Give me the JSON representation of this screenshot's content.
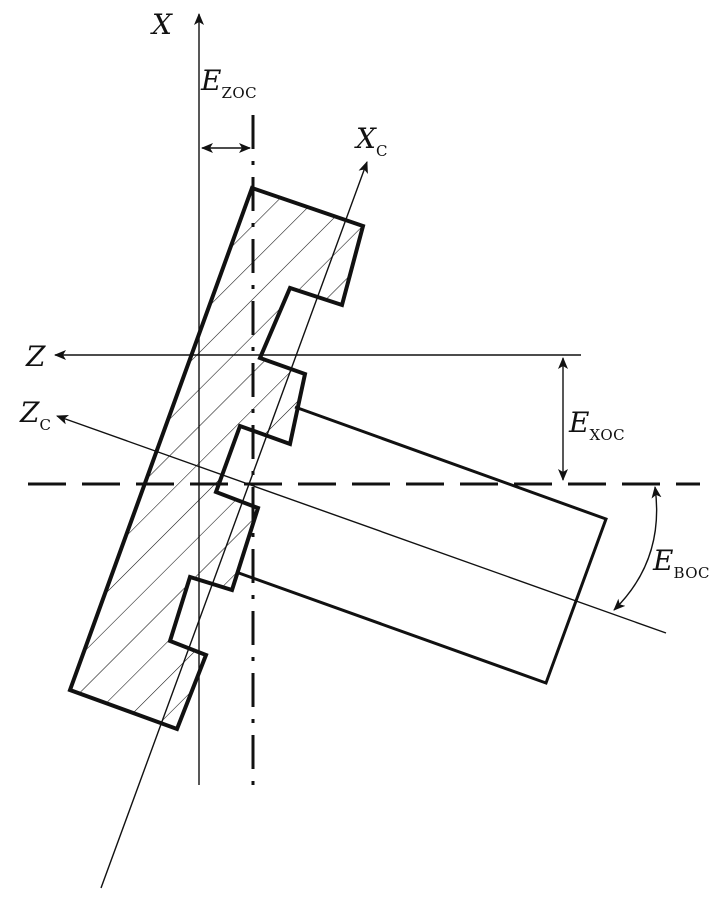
{
  "diagram": {
    "labels": {
      "x_axis": "X",
      "z_axis": "Z",
      "xc_axis": {
        "main": "X",
        "sub": "C"
      },
      "zc_axis": {
        "main": "Z",
        "sub": "C"
      },
      "e_zoc": {
        "main": "E",
        "sub": "ZOC"
      },
      "e_xoc": {
        "main": "E",
        "sub": "XOC"
      },
      "e_boc": {
        "main": "E",
        "sub": "BOC"
      }
    },
    "colors": {
      "stroke": "#111111",
      "background": "#ffffff"
    }
  }
}
